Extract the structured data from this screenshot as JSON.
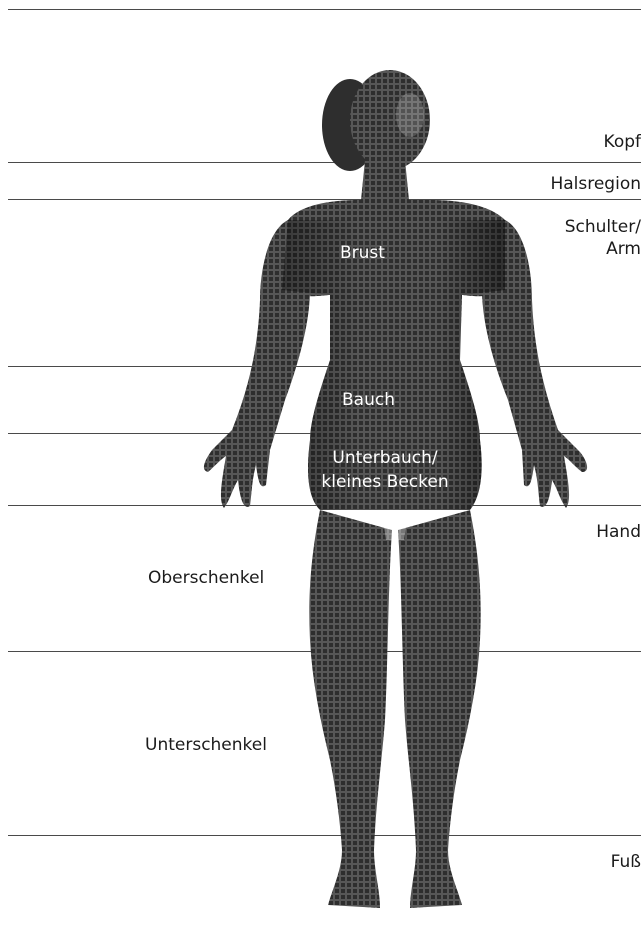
{
  "labels": {
    "kopf": "Kopf",
    "halsregion": "Halsregion",
    "schulter_line1": "Schulter/",
    "schulter_line2": "Arm",
    "brust": "Brust",
    "bauch": "Bauch",
    "unterbauch_line1": "Unterbauch/",
    "unterbauch_line2": "kleines Becken",
    "hand": "Hand",
    "oberschenkel": "Oberschenkel",
    "unterschenkel": "Unterschenkel",
    "fuss": "Fuß"
  },
  "colors": {
    "lines": "#4a4a4a",
    "figure_dark": "#2e2e2e",
    "figure_mid": "#575757",
    "text_dark": "#1b1b1b",
    "text_on_figure": "#ffffff"
  }
}
